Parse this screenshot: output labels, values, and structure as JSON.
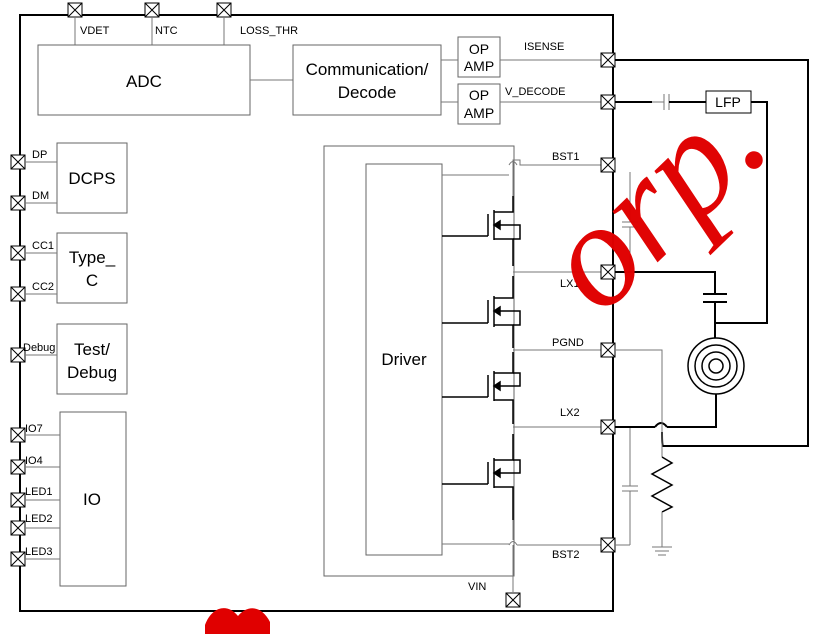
{
  "top_pins": {
    "vdet": "VDET",
    "ntc": "NTC",
    "loss_thr": "LOSS_THR"
  },
  "blocks": {
    "adc": "ADC",
    "comm": [
      "Communication/",
      "Decode"
    ],
    "opamp1": [
      "OP",
      "AMP"
    ],
    "opamp2": [
      "OP",
      "AMP"
    ],
    "dcps": "DCPS",
    "typec": [
      "Type_",
      "C"
    ],
    "test": [
      "Test/",
      "Debug"
    ],
    "io": "IO",
    "driver": "Driver",
    "lfp": "LFP"
  },
  "left_pins": {
    "dp": "DP",
    "dm": "DM",
    "cc1": "CC1",
    "cc2": "CC2",
    "debug": "Debug",
    "io7": "IO7",
    "io4": "IO4",
    "led1": "LED1",
    "led2": "LED2",
    "led3": "LED3"
  },
  "right_pins": {
    "isense": "ISENSE",
    "vdecode": "V_DECODE",
    "bst1": "BST1",
    "lx1": "LX1",
    "pgnd": "PGND",
    "lx2": "LX2",
    "bst2": "BST2"
  },
  "bottom_pins": {
    "vin": "VIN"
  },
  "watermark": "orp.",
  "colors": {
    "line": "#000000",
    "thin": "#777777",
    "block_border": "#666666",
    "watermark": "#e00000"
  }
}
